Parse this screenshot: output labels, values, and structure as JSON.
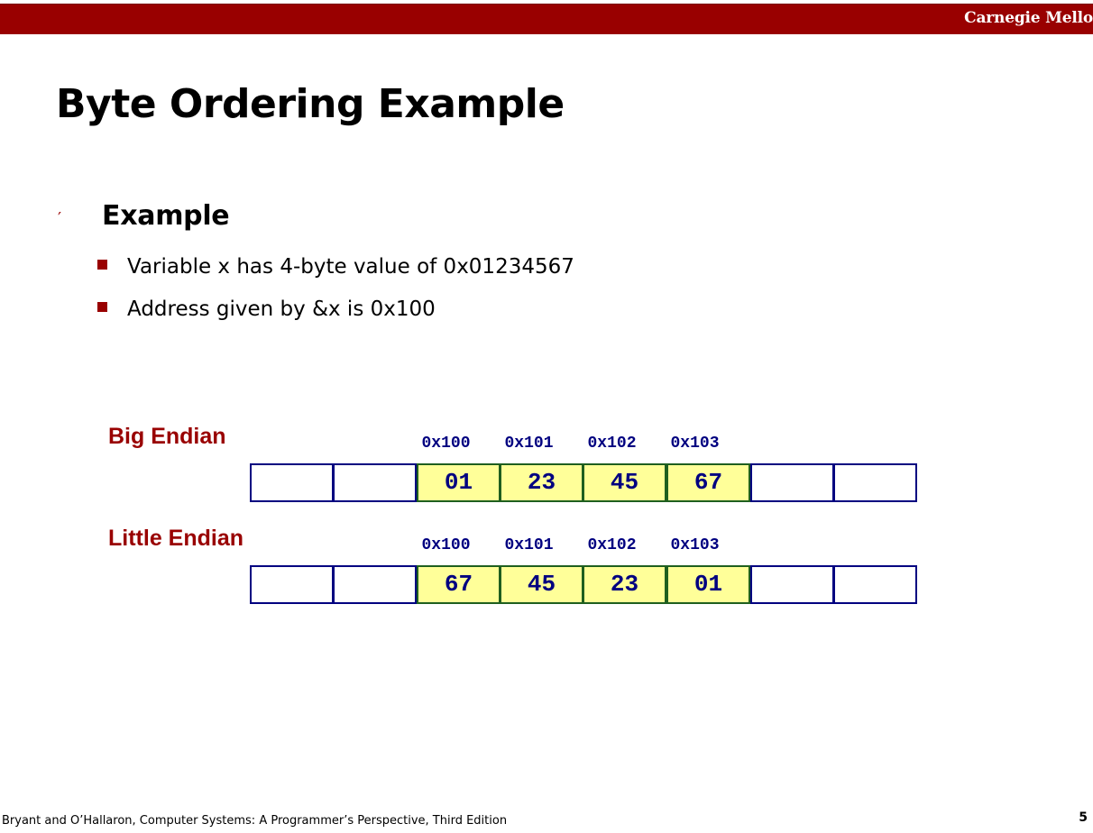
{
  "header": {
    "institution": "Carnegie Mello",
    "bar_color": "#990000"
  },
  "slide": {
    "title": "Byte Ordering Example",
    "bullet": {
      "marker": "′",
      "text": "Example",
      "sub_bullets": [
        "Variable x has 4-byte value of 0x01234567",
        "Address given by &x is 0x100"
      ]
    }
  },
  "diagram": {
    "big_endian": {
      "label": "Big Endian",
      "addresses": [
        "0x100",
        "0x101",
        "0x102",
        "0x103"
      ],
      "bytes": [
        "01",
        "23",
        "45",
        "67"
      ]
    },
    "little_endian": {
      "label": "Little Endian",
      "addresses": [
        "0x100",
        "0x101",
        "0x102",
        "0x103"
      ],
      "bytes": [
        "67",
        "45",
        "23",
        "01"
      ]
    },
    "colors": {
      "label": "#990000",
      "address": "#000080",
      "filled_cell": "#ffff99",
      "filled_border": "#1f5f1f",
      "empty_border": "#000080"
    }
  },
  "footer": {
    "citation": "Bryant and O’Hallaron, Computer Systems: A Programmer’s Perspective, Third Edition",
    "page_number": "5"
  }
}
